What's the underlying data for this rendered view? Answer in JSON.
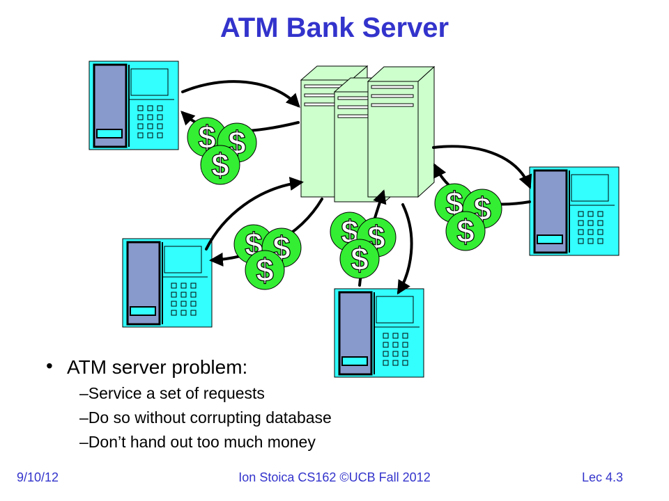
{
  "title": "ATM Bank Server",
  "dollar_glyph": "$",
  "bullet_glyph": "•",
  "bullets": {
    "main": "ATM server problem:",
    "subs": [
      "–Service a set of requests",
      "–Do so without corrupting database",
      "–Don’t hand out too much money"
    ]
  },
  "footer": {
    "date": "9/10/12",
    "center": "Ion Stoica CS162 ©UCB Fall 2012",
    "lecture": "Lec 4.3"
  },
  "colors": {
    "title": "#3333cc",
    "atm_body": "#33ffff",
    "atm_panel": "#8899cc",
    "server": "#ccffcc",
    "coin": "#33ee33",
    "footer": "#3333cc"
  }
}
